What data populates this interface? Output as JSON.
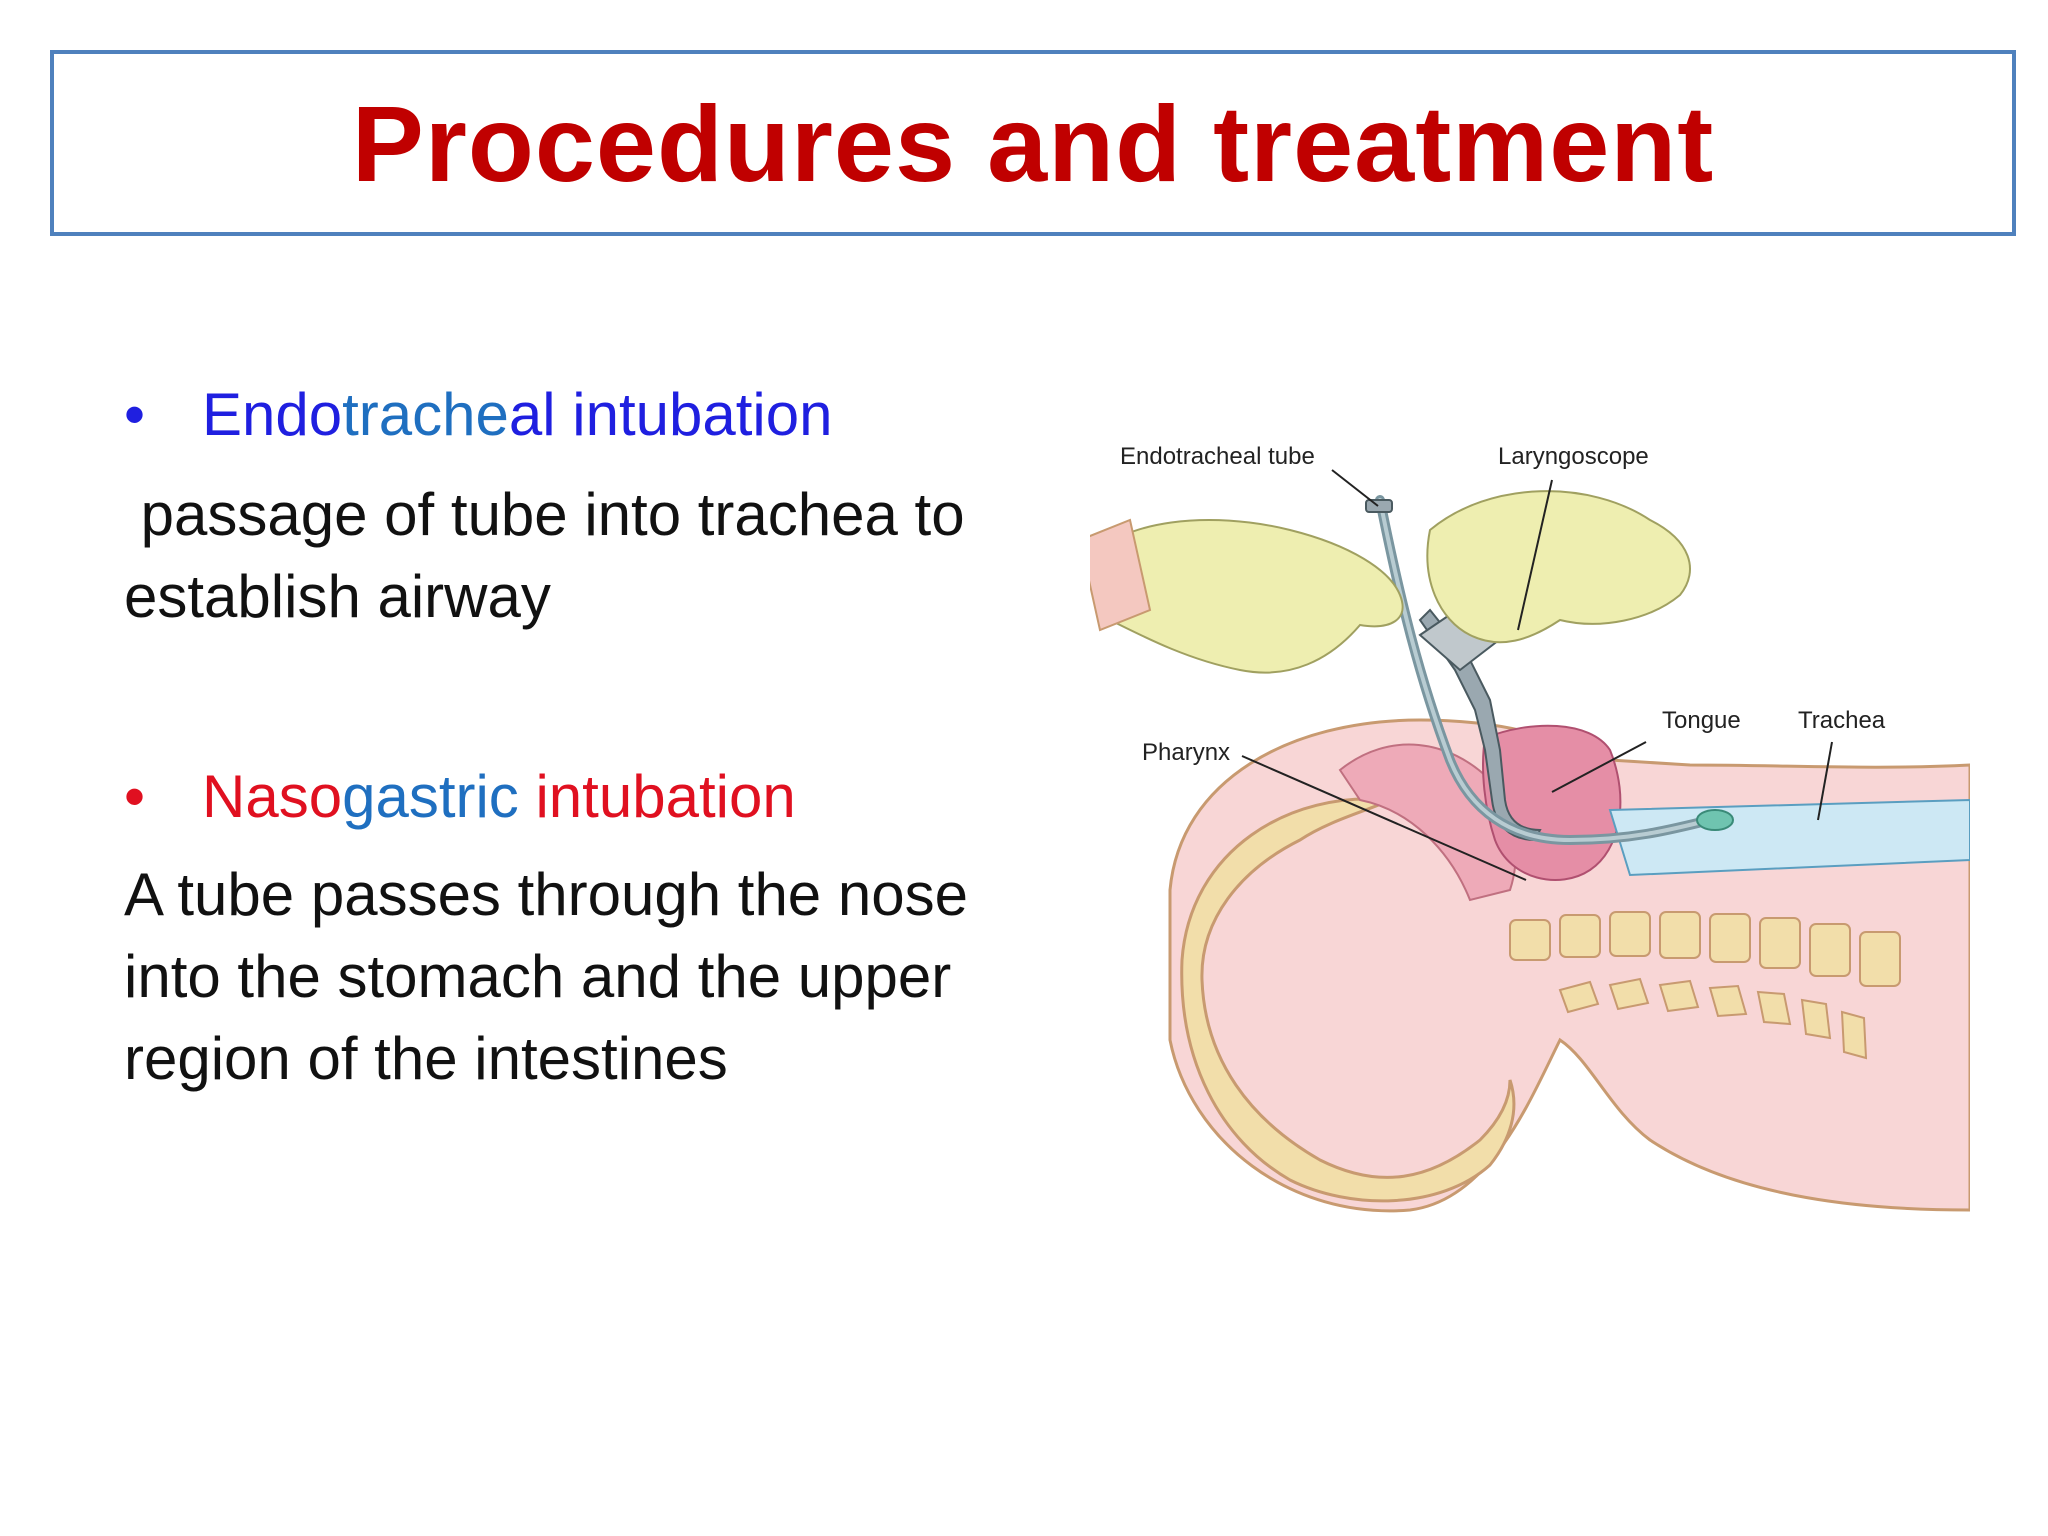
{
  "title": "Procedures and treatment",
  "bullet1": {
    "parts": [
      "Endo",
      "trache",
      "al intubation"
    ],
    "colors": [
      "#1f1fe0",
      "#1f6fc0",
      "#1f1fe0"
    ],
    "description_lines": [
      " passage of tube into trachea to",
      "establish airway"
    ]
  },
  "bullet2": {
    "parts": [
      "Naso",
      "gastric",
      " intubation"
    ],
    "colors": [
      "#e01020",
      "#1f6fc0",
      "#e01020"
    ],
    "description_lines": [
      "A tube passes through the nose",
      "into the stomach and the upper",
      "region of the intestines"
    ]
  },
  "figure": {
    "labels": {
      "endotracheal_tube": "Endotracheal tube",
      "laryngoscope": "Laryngoscope",
      "tongue": "Tongue",
      "trachea": "Trachea",
      "pharynx": "Pharynx"
    }
  }
}
